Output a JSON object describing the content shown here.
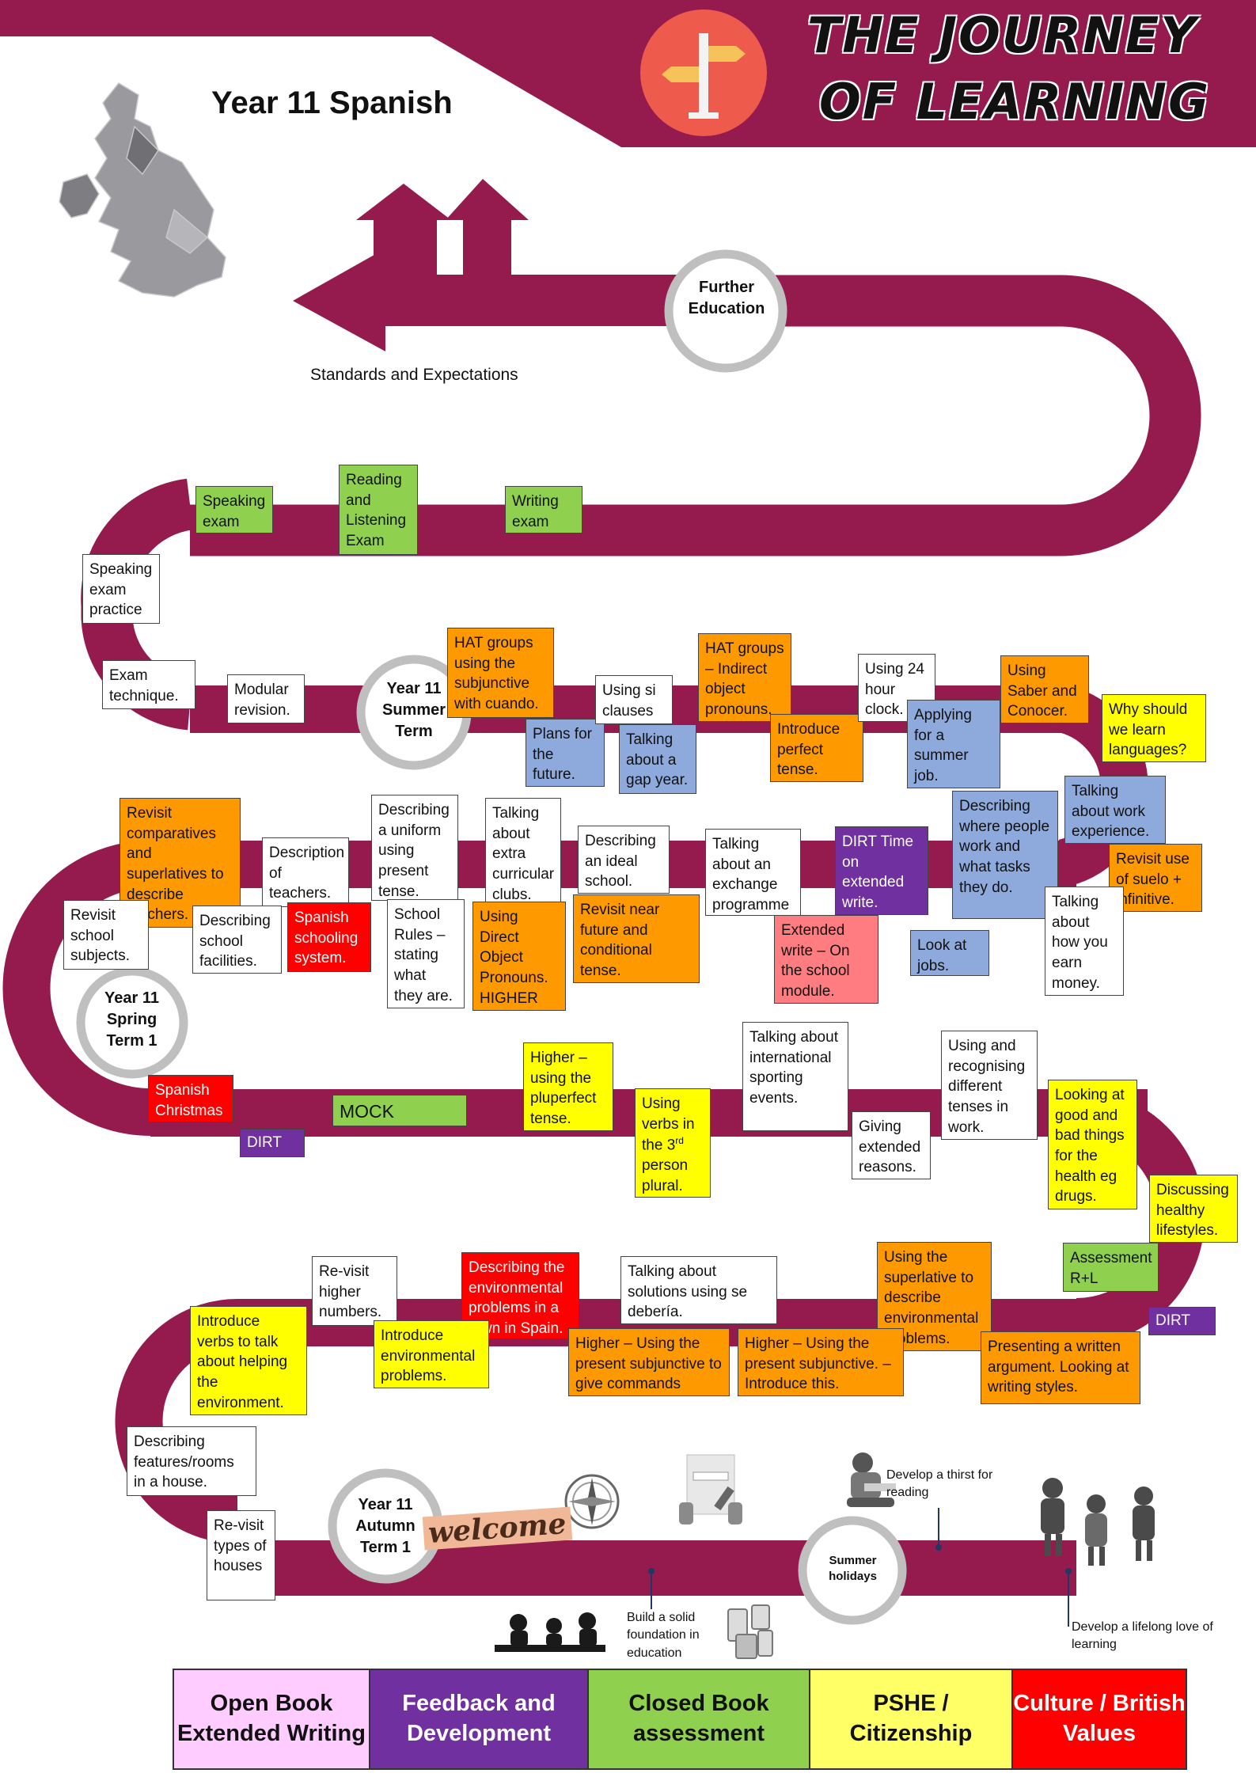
{
  "header": {
    "title_line1": "THE JOURNEY",
    "title_line2": "OF LEARNING",
    "subtitle": "Year 11 Spanish",
    "standards_label": "Standards and Expectations"
  },
  "stages": {
    "further_education": "Further Education",
    "summer_term": "Year 11 Summer Term",
    "spring_term": "Year 11 Spring Term 1",
    "autumn_term": "Year 11 Autumn Term 1",
    "summer_holidays": "Summer holidays",
    "welcome": "welcome"
  },
  "topics": {
    "speaking_exam": "Speaking exam",
    "reading_listening_exam": "Reading and Listening Exam",
    "writing_exam": "Writing exam",
    "speaking_exam_practice": "Speaking exam practice",
    "exam_technique": "Exam technique.",
    "modular_revision": "Modular revision.",
    "hat_subjunctive": "HAT groups using the subjunctive with cuando.",
    "plans_future": "Plans for the future.",
    "using_si": "Using si clauses",
    "gap_year": "Talking about a gap year.",
    "hat_indirect": "HAT groups – Indirect object pronouns.",
    "perfect_tense": "Introduce perfect tense.",
    "clock_24": "Using 24 hour clock.",
    "summer_job": "Applying for a summer job.",
    "saber_conocer": "Using Saber and Conocer.",
    "why_languages": "Why should we learn languages?",
    "revisit_comparatives": "Revisit comparatives and superlatives to describe teachers.",
    "description_teachers": "Description of teachers.",
    "describing_uniform": "Describing a uniform using present tense.",
    "extra_curricular": "Talking about extra curricular clubs.",
    "ideal_school": "Describing an ideal school.",
    "exchange_programme": "Talking about an exchange programme",
    "dirt_extended": "DIRT Time on extended write.",
    "where_people_work": "Describing where people work and what tasks they do.",
    "work_experience": "Talking about work experience.",
    "revisit_suelo": "Revisit use of suelo + infinitive.",
    "revisit_subjects": "Revisit school subjects.",
    "school_facilities": "Describing school facilities.",
    "spanish_schooling": "Spanish schooling system.",
    "school_rules": "School Rules – stating what they are.",
    "direct_object": "Using Direct Object Pronouns. HIGHER",
    "revisit_future_conditional": "Revisit near future and conditional tense.",
    "extended_write_school": "Extended write – On the school module.",
    "look_at_jobs": "Look at jobs.",
    "earn_money": "Talking about how you earn money.",
    "spanish_christmas": "Spanish Christmas",
    "mock_exams": "MOCK EXAMS",
    "dirt": "DIRT",
    "pluperfect": "Higher – using the pluperfect tense.",
    "third_person_plural": "Using verbs in the 3rd person plural.",
    "international_sporting": "Talking about international sporting events.",
    "extended_reasons": "Giving extended reasons.",
    "different_tenses": "Using and recognising different tenses in work.",
    "good_bad_health": "Looking at good and bad things for the health eg drugs.",
    "healthy_lifestyles": "Discussing healthy lifestyles.",
    "assessment_rl": "Assessment R+L",
    "revisit_numbers": "Re-visit higher numbers.",
    "environmental_spain": "Describing the environmental problems in a town in Spain.",
    "solutions_se_deberia": "Talking about solutions using se debería.",
    "superlative_environment": "Using the superlative to describe environmental problems.",
    "verbs_helping": "Introduce verbs to talk about helping the environment.",
    "intro_environmental": "Introduce environmental problems.",
    "subjunctive_commands": "Higher – Using the present subjunctive to give commands",
    "subjunctive_intro": "Higher – Using the present subjunctive. – Introduce this.",
    "written_argument": "Presenting a written argument. Looking at writing styles.",
    "features_rooms": "Describing features/rooms in a house.",
    "types_houses": "Re-visit types of houses"
  },
  "captions": {
    "thirst_reading": "Develop a thirst for reading",
    "solid_foundation": "Build a solid foundation in education",
    "lifelong_love": "Develop a lifelong love of learning"
  },
  "legend": [
    {
      "label": "Open Book Extended Writing",
      "color": "#ffccff"
    },
    {
      "label": "Feedback and Development",
      "color": "#7030a0"
    },
    {
      "label": "Closed Book assessment",
      "color": "#8fd14f"
    },
    {
      "label": "PSHE / Citizenship",
      "color": "#ffff66"
    },
    {
      "label": "Culture / British Values",
      "color": "#ff0000"
    }
  ],
  "colors": {
    "road": "#951b4f",
    "stage_ring": "#bfbfbf",
    "signpost_circle": "#ee5b4c"
  }
}
